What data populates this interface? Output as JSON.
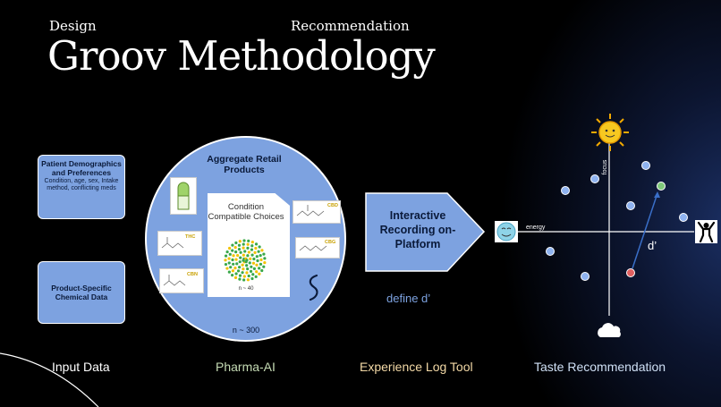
{
  "header": {
    "tag_left": "Design",
    "tag_right": "Recommendation",
    "title": "Groov Methodology"
  },
  "input_boxes": {
    "patient_title": "Patient Demographics and Preferences",
    "patient_sub": "Condition, age, sex, Intake method, conflicting meds",
    "chem_title": "Product-Specific Chemical Data"
  },
  "pharma": {
    "aggregate_title": "Aggregate Retail Products",
    "choices_title": "Condition Compatible Choices",
    "choices_n": "n ~ 40",
    "total_n": "n ~ 300",
    "molecules": [
      "THC",
      "CBN",
      "CBD",
      "CBG"
    ]
  },
  "experience": {
    "arrow_text": "Interactive Recording on-Platform",
    "define": "define d’"
  },
  "plot": {
    "y_label": "focus",
    "x_label": "energy",
    "distance_label": "d’",
    "colors": {
      "blue": "#8fb3f0",
      "green": "#7fc97a",
      "red": "#e06060",
      "arrow": "#3a6fc8"
    },
    "icons": [
      "sun-icon",
      "smiley-icon",
      "person-icon",
      "cloud-icon"
    ]
  },
  "section_labels": {
    "input": "Input Data",
    "pharma": "Pharma-AI",
    "experience": "Experience Log Tool",
    "taste": "Taste Recommendation"
  }
}
